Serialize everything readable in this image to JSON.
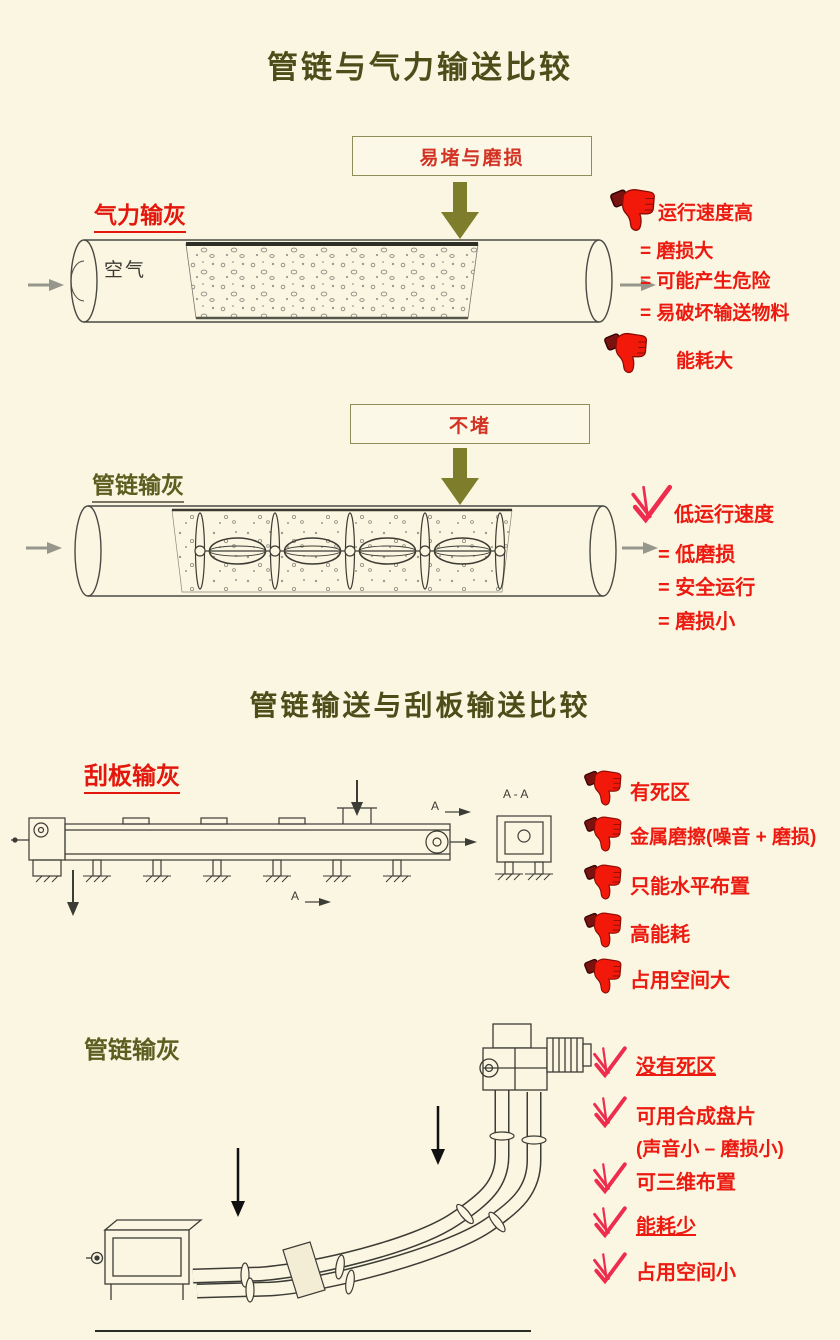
{
  "titles": {
    "top": "管链与气力输送比较",
    "middle": "管链输送与刮板输送比较"
  },
  "colors": {
    "background": "#fbf6e1",
    "title_olive": "#4d4d1a",
    "alert_red": "#ec1a10",
    "arrow_olive": "#7d7d2b",
    "check_red": "#ee2d4e"
  },
  "pneumatic": {
    "label": "气力输灰",
    "callout": "易堵与磨损",
    "air_label": "空气",
    "cons": [
      "运行速度高",
      "= 磨损大",
      "= 可能产生危险",
      "= 易破坏输送物料",
      "能耗大"
    ]
  },
  "pipechain_top": {
    "label": "管链输灰",
    "callout": "不堵",
    "pros": [
      "低运行速度",
      "= 低磨损",
      "= 安全运行",
      "= 磨损小"
    ]
  },
  "scraper": {
    "label": "刮板输灰",
    "section_label": "A - A",
    "cut_label_top": "A",
    "cut_label_bottom": "A",
    "cons": [
      "有死区",
      "金属磨擦(噪音 + 磨损)",
      "只能水平布置",
      "高能耗",
      "占用空间大"
    ]
  },
  "pipechain_bottom": {
    "label": "管链输灰",
    "pros": [
      "没有死区",
      "可用合成盘片",
      "(声音小 – 磨损小)",
      "可三维布置",
      "能耗少",
      "占用空间小"
    ]
  },
  "icons": {
    "thumbs_down": "thumbs-down-icon",
    "check": "red-check-icon",
    "flow_arrow": "gray-flow-arrow",
    "block_arrow": "olive-down-arrow"
  }
}
